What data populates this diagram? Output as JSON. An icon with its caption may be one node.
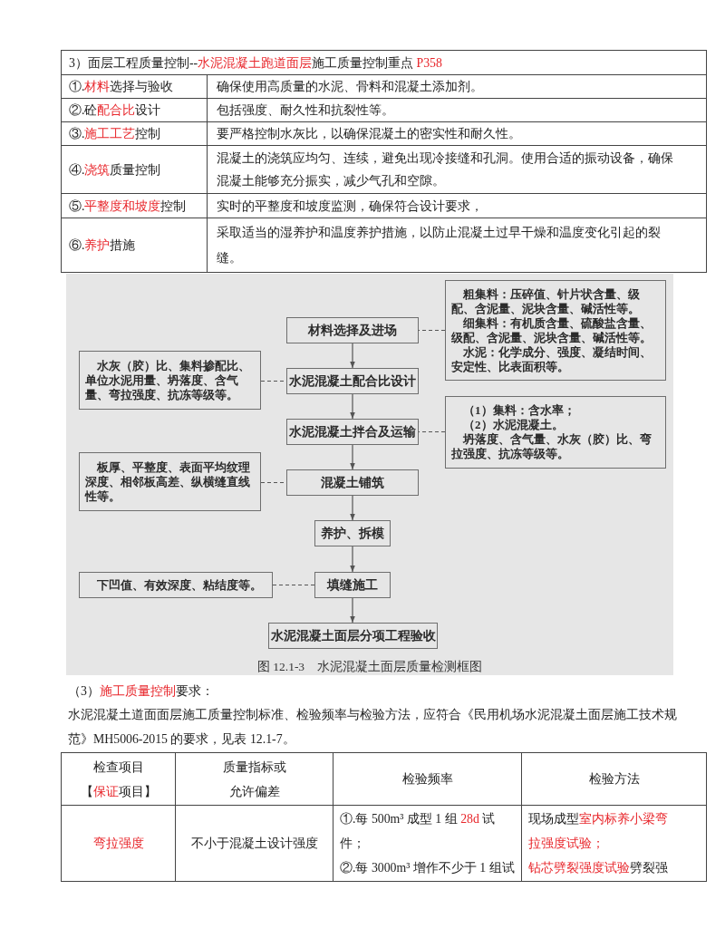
{
  "diagram": {
    "caption": "图 12.1-3　水泥混凝土面层质量检测框图",
    "nodes": [
      {
        "text": [
          "粗集料：压碎值、针片状含量、级配、含泥量、泥块含量、碱活性等。",
          "细集料：有机质含量、硫酸盐含量、级配、含泥量、泥块含量、碱活性等。",
          "水泥：化学成分、强度、凝结时间、安定性、比表面积等。"
        ]
      },
      {
        "text": [
          "材料选择及进场"
        ]
      },
      {
        "text": [
          "水灰（胶）比、集料掺配比、单位水泥用量、坍落度、含气量、弯拉强度、抗冻等级等。"
        ]
      },
      {
        "text": [
          "水泥混凝土配合比设计"
        ]
      },
      {
        "text": [
          "水泥混凝土拌合及运输"
        ]
      },
      {
        "text": [
          "（1）集料：含水率；",
          "（2）水泥混凝土。",
          "坍落度、含气量、水灰（胶）比、弯拉强度、抗冻等级等。"
        ]
      },
      {
        "text": [
          "板厚、平整度、表面平均纹理深度、相邻板高差、纵横缝直线性等。"
        ]
      },
      {
        "text": [
          "混凝土铺筑"
        ]
      },
      {
        "text": [
          "养护、拆模"
        ]
      },
      {
        "text": [
          "下凹值、有效深度、粘结度等。"
        ]
      },
      {
        "text": [
          "填缝施工"
        ]
      },
      {
        "text": [
          "水泥混凝土面层分项工程验收"
        ]
      }
    ],
    "edges": [
      {
        "from": 1,
        "to": 3,
        "arrow": "to"
      },
      {
        "from": 3,
        "to": 4,
        "arrow": "to"
      },
      {
        "from": 4,
        "to": 7,
        "arrow": "to"
      },
      {
        "from": 7,
        "to": 8,
        "arrow": "to"
      },
      {
        "from": 8,
        "to": 10,
        "arrow": "to"
      },
      {
        "from": 10,
        "to": 11,
        "arrow": "to"
      },
      {
        "from": 0,
        "to": 1,
        "arrow": "none",
        "style": "dashed"
      },
      {
        "from": 2,
        "to": 3,
        "arrow": "none",
        "style": "dashed"
      },
      {
        "from": 5,
        "to": 4,
        "arrow": "none",
        "style": "dashed"
      },
      {
        "from": 6,
        "to": 7,
        "arrow": "none",
        "style": "dashed"
      },
      {
        "from": 9,
        "to": 10,
        "arrow": "none",
        "style": "dashed"
      }
    ],
    "labels": [
      "3）面层工程质量控制--**水泥混凝土跑道面层**施工质量控制重点 **P358**",
      "①.**材料**选择与验收",
      "确保使用高质量的水泥、骨料和混凝土添加剂。",
      "②.砼**配合比**设计",
      "包括强度、耐久性和抗裂性等。",
      "③.**施工工艺**控制",
      "要严格控制水灰比，以确保混凝土的密实性和耐久性。",
      "④.**浇筑**质量控制",
      "混凝土的浇筑应均匀、连续，避免出现冷接缝和孔洞。使用合适的振动设备，确保混凝土能够充分振实，减少气孔和空隙。",
      "⑤.**平整度和坡度**控制",
      "实时的平整度和坡度监测，确保符合设计要求，",
      "⑥.**养护**措施",
      "采取适当的湿养护和温度养护措施，以防止混凝土过早干燥和温度变化引起的裂缝。",
      "（3）**施工质量控制**要求：",
      "水泥混凝土道面面层施工质量控制标准、检验频率与检验方法，应符合《民用机场水泥混凝土面层施工技术规范》MH5006-2015 的要求，见表 12.1-7。",
      "检查项目",
      "【**保证**项目】",
      "质量指标或允许偏差",
      "检验频率",
      "检验方法",
      "弯拉强度",
      "不小于混凝土设计强度",
      "①.每 500m³ 成型 1 组 **28d** 试件；",
      "②.每 3000m³ 增作不少于 1 组试",
      "现场成型**室内标养小梁弯拉强度试验；**",
      "**钻芯劈裂强度试验**劈裂强"
    ]
  }
}
